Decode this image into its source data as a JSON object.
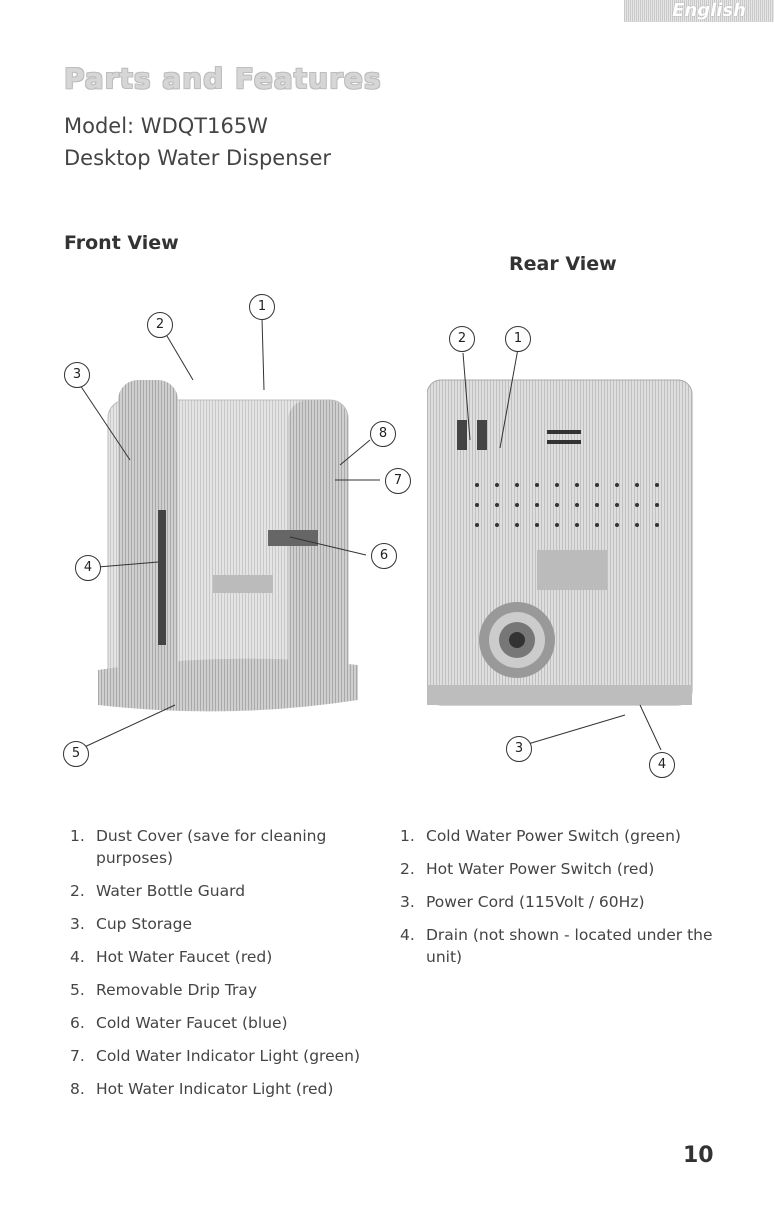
{
  "header": {
    "language": "English"
  },
  "page": {
    "title": "Parts and Features",
    "model": "Model: WDQT165W",
    "product": "Desktop Water Dispenser",
    "page_number": "10"
  },
  "front_view": {
    "title": "Front View",
    "callouts": [
      "1",
      "2",
      "3",
      "4",
      "5",
      "6",
      "7",
      "8"
    ],
    "items": [
      {
        "num": "1.",
        "label": "Dust Cover (save for cleaning purposes)"
      },
      {
        "num": "2.",
        "label": "Water Bottle Guard"
      },
      {
        "num": "3.",
        "label": "Cup Storage"
      },
      {
        "num": "4.",
        "label": "Hot Water Faucet (red)"
      },
      {
        "num": "5.",
        "label": "Removable Drip Tray"
      },
      {
        "num": "6.",
        "label": "Cold Water Faucet (blue)"
      },
      {
        "num": "7.",
        "label": "Cold Water Indicator Light (green)"
      },
      {
        "num": "8.",
        "label": "Hot Water Indicator Light (red)"
      }
    ]
  },
  "rear_view": {
    "title": "Rear View",
    "callouts": [
      "1",
      "2",
      "3",
      "4"
    ],
    "items": [
      {
        "num": "1.",
        "label": "Cold Water Power Switch (green)"
      },
      {
        "num": "2.",
        "label": "Hot Water Power Switch (red)"
      },
      {
        "num": "3.",
        "label": "Power Cord (115Volt / 60Hz)"
      },
      {
        "num": "4.",
        "label": "Drain (not shown - located under the unit)"
      }
    ]
  }
}
